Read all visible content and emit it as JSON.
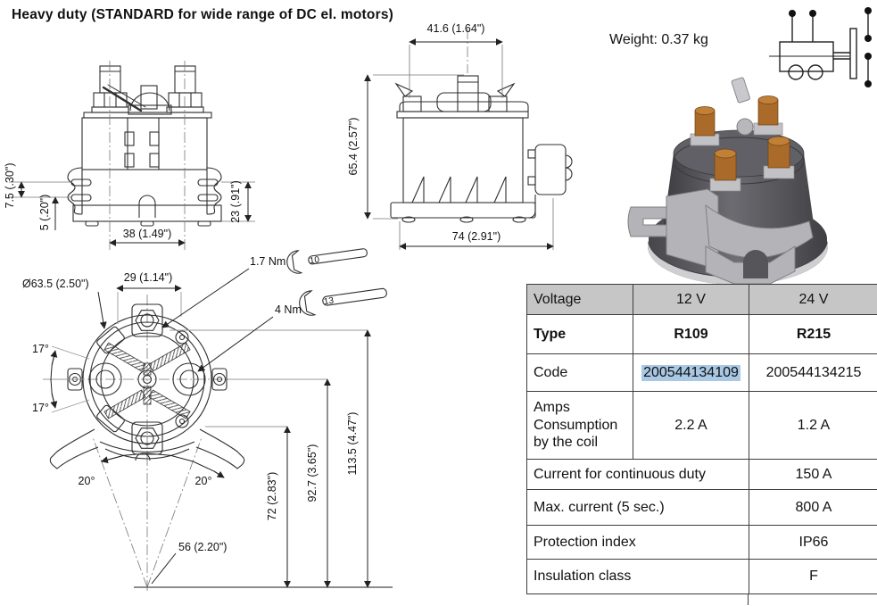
{
  "page": {
    "title": "Heavy duty (STANDARD for wide range of DC el. motors)",
    "weight_label": "Weight: 0.37 kg"
  },
  "front_view": {
    "dim_7_5": "7.5 (.30\")",
    "dim_5": "5 (.20\")",
    "dim_23": "23 (.91\")",
    "dim_38": "38 (1.49\")"
  },
  "side_view": {
    "dim_41_6": "41.6 (1.64\")",
    "dim_65_4": "65.4 (2.57\")",
    "dim_74": "74 (2.91\")"
  },
  "bottom_view": {
    "dim_dia": "Ø63.5 (2.50\")",
    "dim_29": "29 (1.14\")",
    "angle_17_upper": "17°",
    "angle_17_lower": "17°",
    "angle_20_left": "20°",
    "angle_20_right": "20°",
    "dim_56": "56 (2.20\")",
    "dim_72": "72 (2.83\")",
    "dim_92_7": "92.7 (3.65\")",
    "dim_113_5": "113.5 (4.47\")"
  },
  "torque": {
    "t1_label": "1.7 Nm",
    "t1_wrench_size": "10",
    "t2_label": "4 Nm",
    "t2_wrench_size": "13"
  },
  "table": {
    "header": {
      "label": "Voltage",
      "v12": "12 V",
      "v24": "24 V"
    },
    "type_row": {
      "label": "Type",
      "v12": "R109",
      "v24": "R215"
    },
    "code_row": {
      "label": "Code",
      "v12": "200544134109",
      "v24": "200544134215"
    },
    "amps_row": {
      "label": "Amps Consumption by the coil",
      "v12": "2.2 A",
      "v24": "1.2 A"
    },
    "continuous_row": {
      "label": "Current for continuous duty",
      "value": "150 A"
    },
    "max_current_row": {
      "label": "Max. current (5 sec.)",
      "value": "800 A"
    },
    "protection_row": {
      "label": "Protection index",
      "value": "IP66"
    },
    "insulation_row": {
      "label": "Insulation class",
      "value": "F"
    }
  },
  "colors": {
    "header_bg": "#c6c6c6",
    "code_highlight": "#a9c8e4",
    "line": "#3d3d3d",
    "copper": "#a96a2a",
    "body_gray": "#515155",
    "bracket_gray": "#b4b4b8"
  }
}
